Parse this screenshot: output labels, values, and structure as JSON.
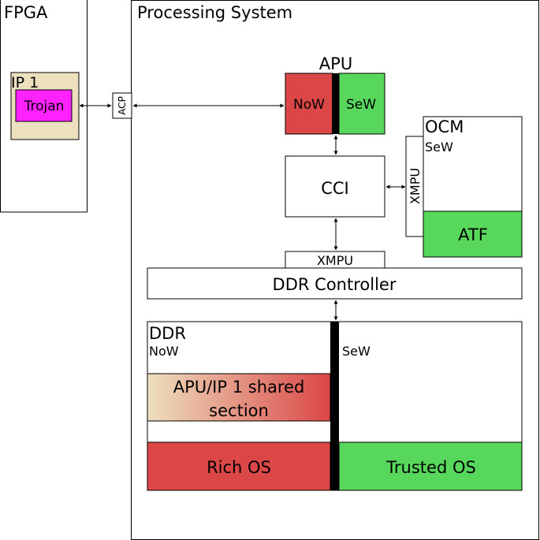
{
  "labels": {
    "fpga": "FPGA",
    "processing_system": "Processing System",
    "ip1": "IP 1",
    "trojan": "Trojan",
    "acp": "ACP",
    "apu": "APU",
    "apu_now": "NoW",
    "apu_sew": "SeW",
    "cci": "CCI",
    "ocm": "OCM",
    "ocm_sew": "SeW",
    "atf": "ATF",
    "xmpu_ocm": "XMPU",
    "xmpu_ddr": "XMPU",
    "ddr_controller": "DDR Controller",
    "ddr": "DDR",
    "ddr_now": "NoW",
    "ddr_sew": "SeW",
    "shared_line1": "APU/IP 1 shared",
    "shared_line2": "section",
    "rich_os": "Rich OS",
    "trusted_os": "Trusted OS"
  },
  "colors": {
    "now_red": "#db4646",
    "sew_green": "#57d85c",
    "trojan_magenta": "#ff22ff",
    "ip_beige": "#ede0be",
    "divider_black": "#000000"
  }
}
